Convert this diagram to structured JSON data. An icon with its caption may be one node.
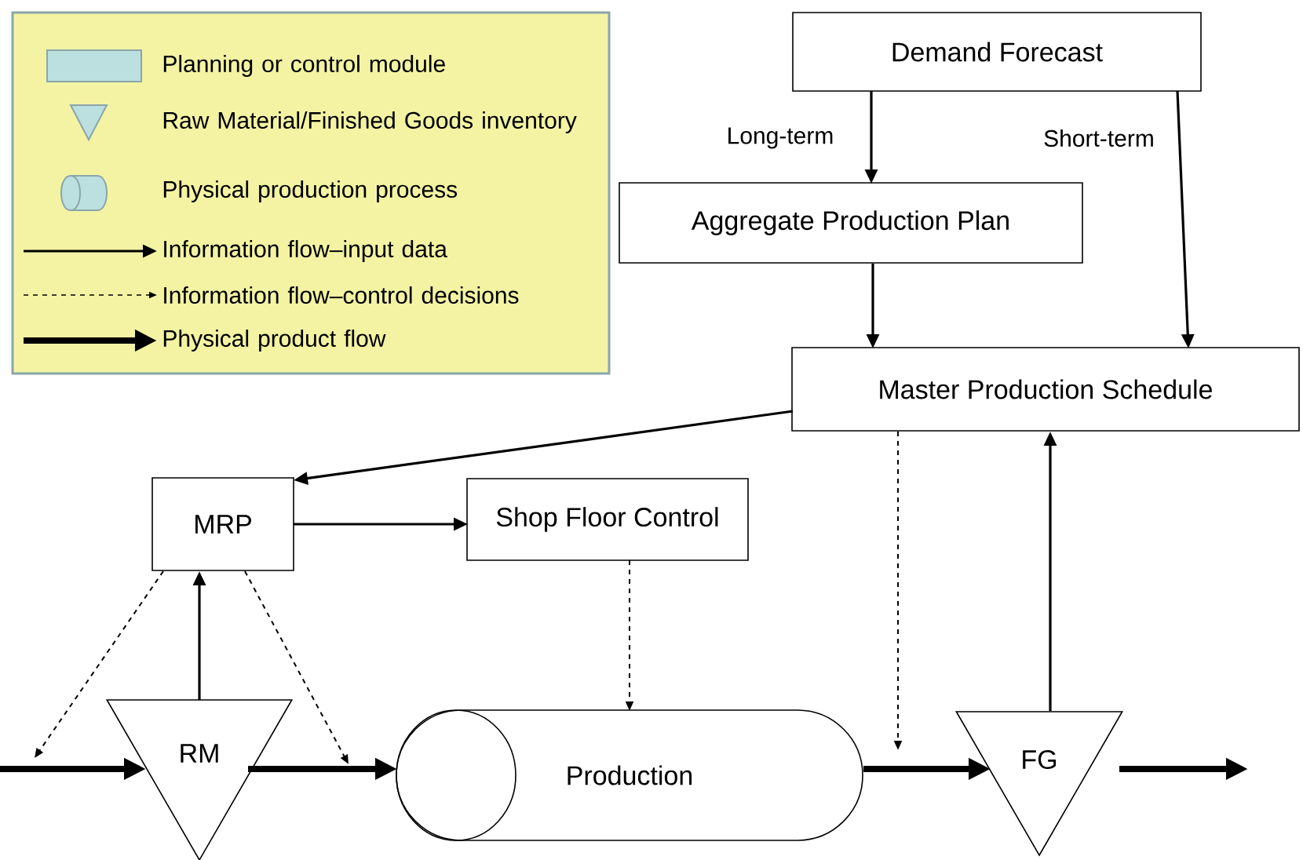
{
  "diagram": {
    "nodes": [
      {
        "text": [
          "Demand Forecast"
        ]
      },
      {
        "text": [
          "Aggregate Production Plan"
        ]
      },
      {
        "text": [
          "Master Production Schedule"
        ]
      },
      {
        "text": [
          "MRP"
        ]
      },
      {
        "text": [
          "Shop Floor Control"
        ]
      },
      {
        "text": [
          "RM"
        ]
      },
      {
        "text": [
          "Production"
        ]
      },
      {
        "text": [
          "FG"
        ]
      }
    ],
    "edges": [
      {
        "from": 0,
        "to": 1,
        "arrow": "to",
        "label": "Long-term"
      },
      {
        "from": 0,
        "to": 2,
        "arrow": "to",
        "label": "Short-term"
      },
      {
        "from": 1,
        "to": 2,
        "arrow": "to"
      },
      {
        "from": 2,
        "to": 3,
        "arrow": "to"
      },
      {
        "from": 3,
        "to": 4,
        "arrow": "to"
      },
      {
        "from": 5,
        "to": 3,
        "arrow": "to"
      },
      {
        "from": 7,
        "to": 2,
        "arrow": "to"
      },
      {
        "from": 3,
        "to": null,
        "arrow": "to",
        "style": "dashed"
      },
      {
        "from": 3,
        "to": null,
        "arrow": "to",
        "style": "dashed"
      },
      {
        "from": 4,
        "to": 6,
        "arrow": "to",
        "style": "dashed"
      },
      {
        "from": 2,
        "to": null,
        "arrow": "to",
        "style": "dashed"
      },
      {
        "from": null,
        "to": 5,
        "arrow": "to",
        "style": "thick"
      },
      {
        "from": 5,
        "to": 6,
        "arrow": "to",
        "style": "thick"
      },
      {
        "from": 6,
        "to": 7,
        "arrow": "to",
        "style": "thick"
      },
      {
        "from": 7,
        "to": null,
        "arrow": "to",
        "style": "thick"
      }
    ],
    "legend": [
      {
        "text": "Planning or control module",
        "color": "#bce0e0"
      },
      {
        "text": "Raw Material/Finished Goods inventory"
      },
      {
        "text": "Physical production process"
      },
      {
        "text": "Information flow–input data"
      },
      {
        "text": "Information flow–control decisions"
      },
      {
        "text": "Physical product flow"
      }
    ]
  }
}
